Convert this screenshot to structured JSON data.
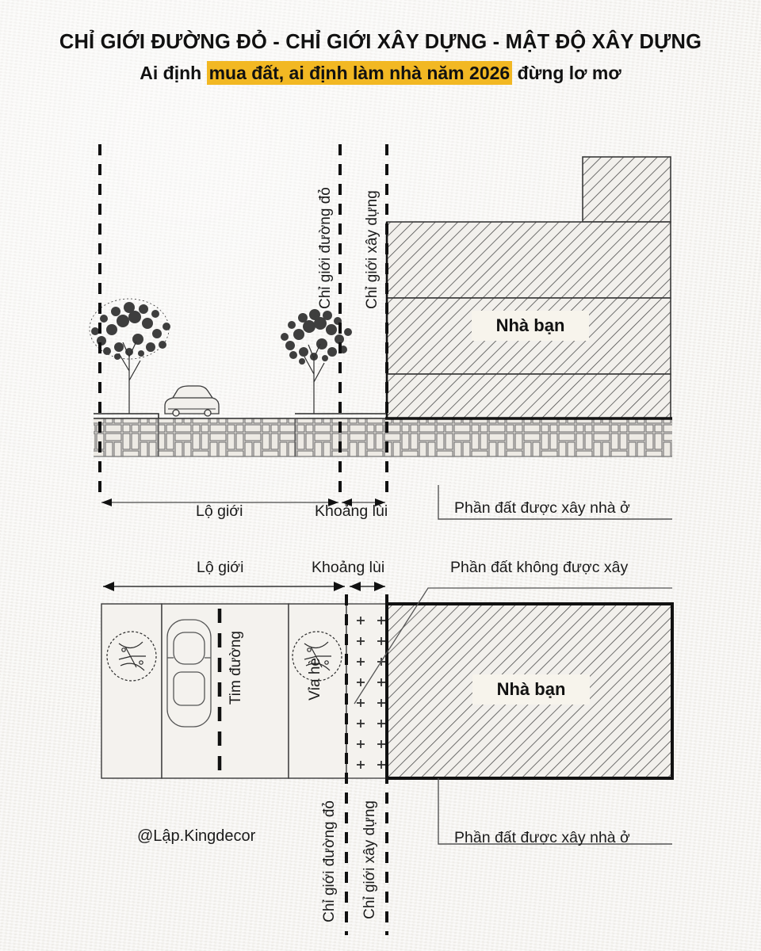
{
  "title": {
    "line1": "CHỈ GIỚI ĐƯỜNG ĐỎ - CHỈ GIỚI XÂY DỰNG -  MẬT ĐỘ XÂY DỰNG",
    "line2_pre": "Ai định ",
    "line2_highlight": "mua đất, ai định làm nhà năm 2026",
    "line2_post": " đừng lơ mơ",
    "highlight_color": "#f2b823"
  },
  "elevation": {
    "boundary_red_line_label": "Chỉ giới đường đỏ",
    "build_line_label": "Chỉ giới xây dựng",
    "house_tag": "Nhà bạn",
    "dim_road_width": "Lộ giới",
    "dim_setback": "Khoảng lùi",
    "callout_buildable": "Phần đất được xây nhà ở"
  },
  "plan": {
    "dim_road_width": "Lộ giới",
    "dim_setback": "Khoảng lùi",
    "callout_non_buildable": "Phần đất không được xây",
    "callout_buildable": "Phần đất được xây nhà ở",
    "road_center_label": "Tim đường",
    "sidewalk_label": "Vỉa hè",
    "house_tag": "Nhà bạn",
    "boundary_red_line_label": "Chỉ giới đường đỏ",
    "build_line_label": "Chỉ giới xây dựng"
  },
  "watermark": "@Lập.Kingdecor"
}
